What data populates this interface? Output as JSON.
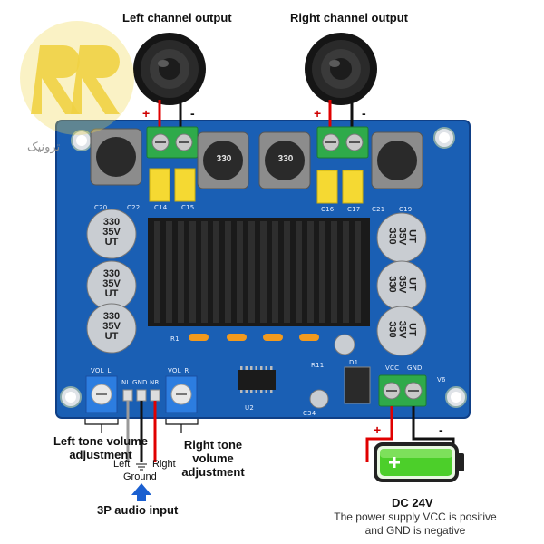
{
  "labels": {
    "left_channel": "Left channel output",
    "right_channel": "Right channel output",
    "left_tone": "Left tone volume adjustment",
    "left_tone_l1": "Left tone volume",
    "left_tone_l2": "adjustment",
    "right_tone_l1": "Right tone volume",
    "right_tone_l2": "adjustment",
    "audio_input": "3P audio input",
    "left": "Left",
    "ground": "Ground",
    "right": "Right",
    "dc": "DC 24V",
    "dc_note_l1": "The power supply VCC is positive",
    "dc_note_l2": "and GND is negative",
    "plus": "+",
    "minus": "-"
  },
  "pcb": {
    "inductor_code": "330",
    "cap_l1": "330",
    "cap_l2": "35V",
    "cap_l3": "UT",
    "vol_l": "VOL_L",
    "vol_r": "VOL_R",
    "nl_gnd_nr": "NL  GND  NR",
    "vcc": "VCC",
    "gnd": "GND",
    "v6": "V6",
    "c14": "C14",
    "c15": "C15",
    "c16": "C16",
    "c17": "C17",
    "c20": "C20",
    "c22": "C22",
    "c19": "C19",
    "c21": "C21",
    "u2": "U2",
    "d1": "D1",
    "r1": "R1",
    "c34": "C34",
    "r11": "R11"
  },
  "colors": {
    "pcb": "#1a5fb4",
    "pcb_dark": "#0f3f86",
    "terminal": "#2faa4a",
    "heatsink": "#1a1a1a",
    "wire_red": "#e00000",
    "wire_black": "#111111",
    "battery_green": "#4ccf2a",
    "logo_yellow": "#f2d64a"
  },
  "icons": {
    "watermark": "logo-watermark",
    "speaker": "speaker-icon",
    "battery": "battery-icon",
    "arrow": "up-arrow-icon",
    "ground_symbol": "ground-icon"
  }
}
